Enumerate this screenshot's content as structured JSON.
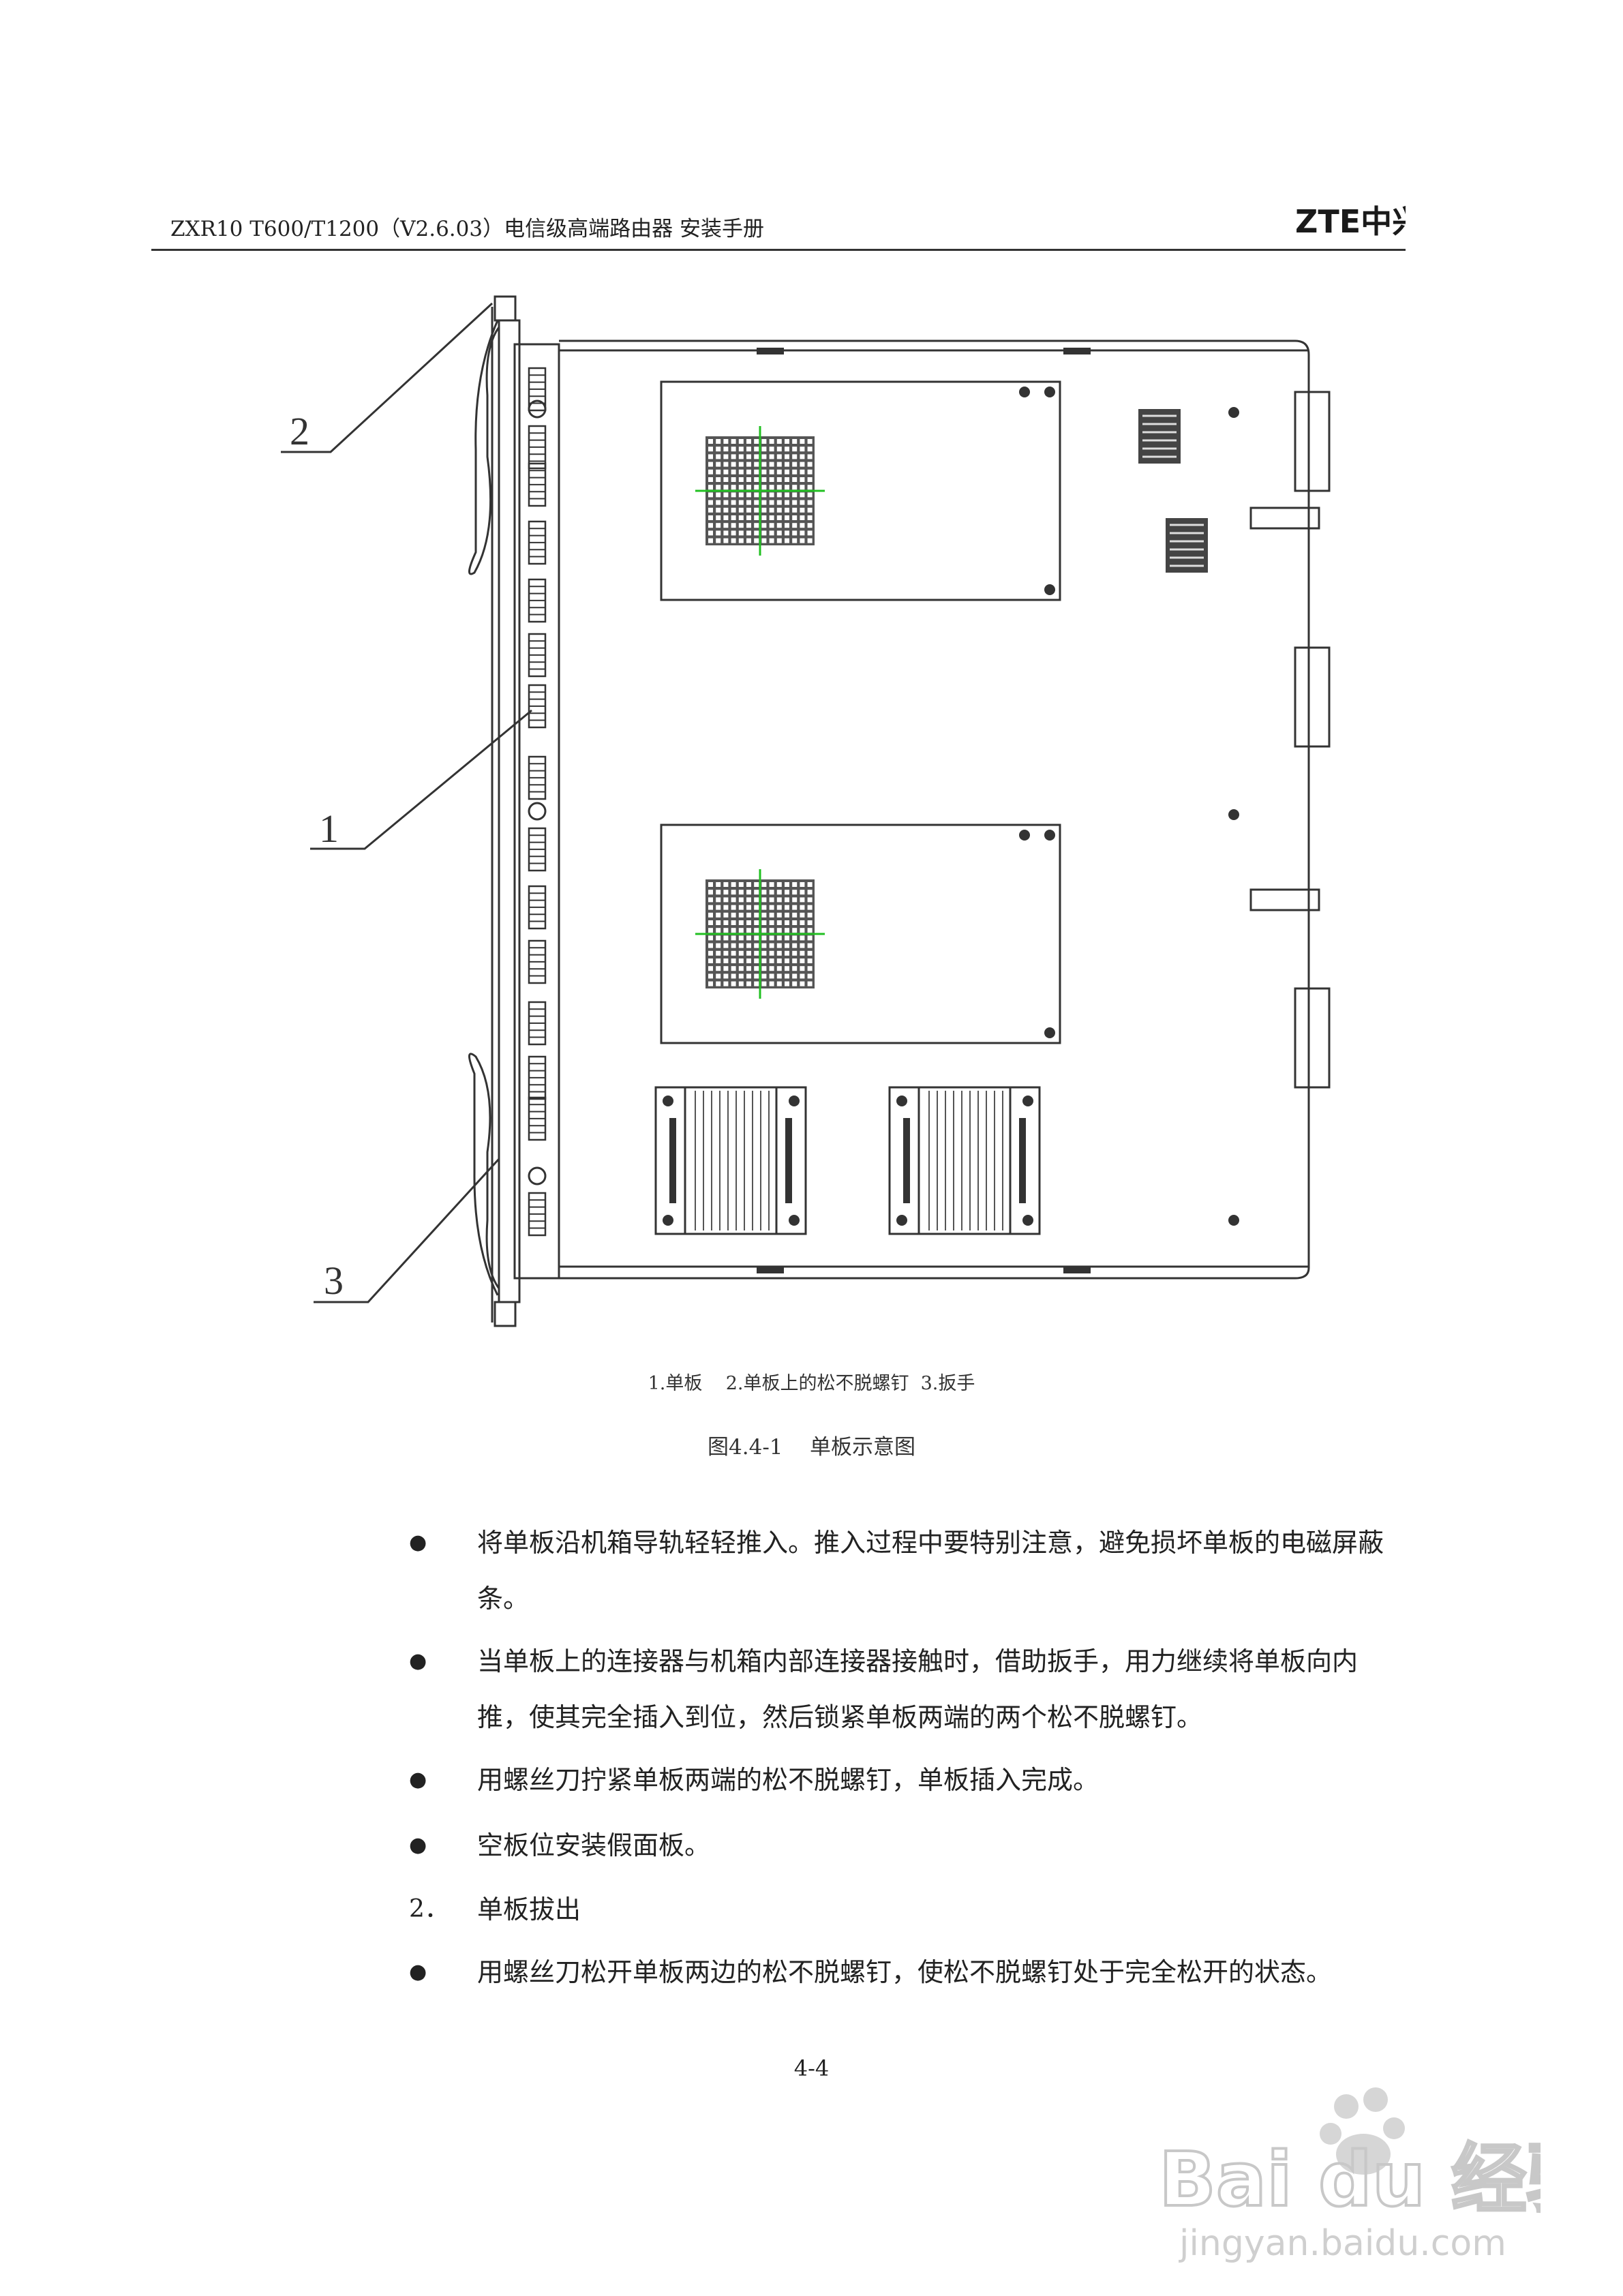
{
  "header": {
    "title": "ZXR10   T600/T1200（V2.6.03）电信级高端路由器  安装手册",
    "logo_text": "ZTE中兴"
  },
  "figure": {
    "callouts": [
      "2",
      "1",
      "3"
    ],
    "legend": "1.单板    2.单板上的松不脱螺钉  3.扳手",
    "caption": "图4.4-1    单板示意图"
  },
  "body": {
    "items": [
      {
        "marker": "●",
        "text": "将单板沿机箱导轨轻轻推入。推入过程中要特别注意，避免损坏单板的电磁屏蔽条。"
      },
      {
        "marker": "●",
        "text": "当单板上的连接器与机箱内部连接器接触时，借助扳手，用力继续将单板向内推，使其完全插入到位，然后锁紧单板两端的两个松不脱螺钉。"
      },
      {
        "marker": "●",
        "text": "用螺丝刀拧紧单板两端的松不脱螺钉，单板插入完成。"
      },
      {
        "marker": "●",
        "text": "空板位安装假面板。"
      },
      {
        "marker": "2．",
        "text": "单板拔出"
      },
      {
        "marker": "●",
        "text": "用螺丝刀松开单板两边的松不脱螺钉，使松不脱螺钉处于完全松开的状态。"
      }
    ]
  },
  "footer": {
    "page_number": "4-4"
  },
  "watermark": {
    "text": "Bai du 经验",
    "url_text": "jingyan.baidu.com"
  },
  "colors": {
    "brand": "#1a1a1a",
    "crosshair": "#22c022",
    "watermark": "#d0d0d0"
  }
}
